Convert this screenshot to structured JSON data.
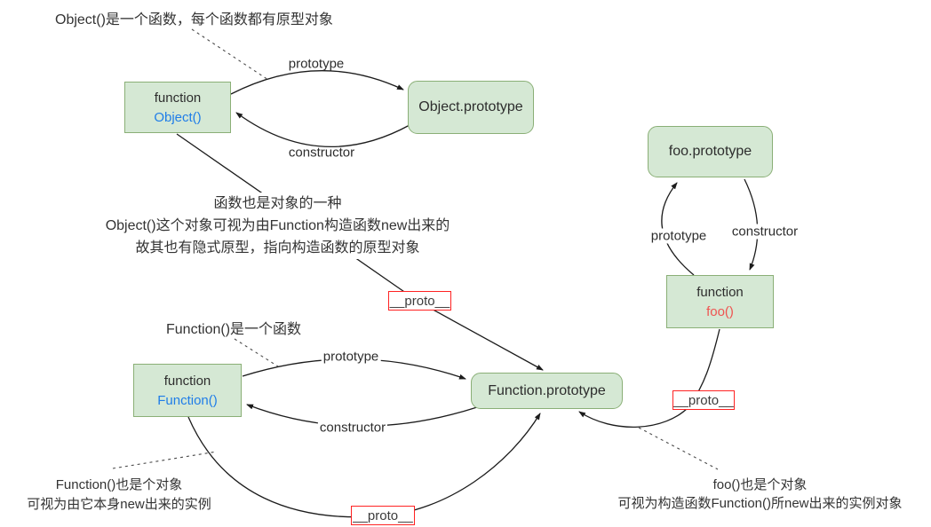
{
  "nodes": {
    "object_function": {
      "line1": "function",
      "line2": "Object()"
    },
    "object_prototype": {
      "label": "Object.prototype"
    },
    "function_function": {
      "line1": "function",
      "line2": "Function()"
    },
    "function_prototype": {
      "label": "Function.prototype"
    },
    "foo_prototype": {
      "label": "foo.prototype"
    },
    "foo_function": {
      "line1": "function",
      "line2": "foo()"
    }
  },
  "edge_labels": {
    "object_prototype": "prototype",
    "object_constructor": "constructor",
    "function_prototype": "prototype",
    "function_constructor": "constructor",
    "foo_prototype": "prototype",
    "foo_constructor": "constructor",
    "proto_object": "__proto__",
    "proto_foo": "__proto__",
    "proto_function": "__proto__"
  },
  "annotations": {
    "top": "Object()是一个函数，每个函数都有原型对象",
    "middle_line1": "函数也是对象的一种",
    "middle_line2": "Object()这个对象可视为由Function构造函数new出来的",
    "middle_line3": "故其也有隐式原型，指向构造函数的原型对象",
    "function_note": "Function()是一个函数",
    "bottom_left_line1": "Function()也是个对象",
    "bottom_left_line2": "可视为由它本身new出来的实例",
    "bottom_right_line1": "foo()也是个对象",
    "bottom_right_line2": "可视为构造函数Function()所new出来的实例对象"
  },
  "colors": {
    "node_fill": "#d5e8d4",
    "node_border": "#8aaf76",
    "proto_border": "#ff2222",
    "function_name_blue": "#1f7de8",
    "foo_name_red": "#ef5350",
    "line_color": "#1c1c1c",
    "text_color": "#2d2d2d"
  }
}
